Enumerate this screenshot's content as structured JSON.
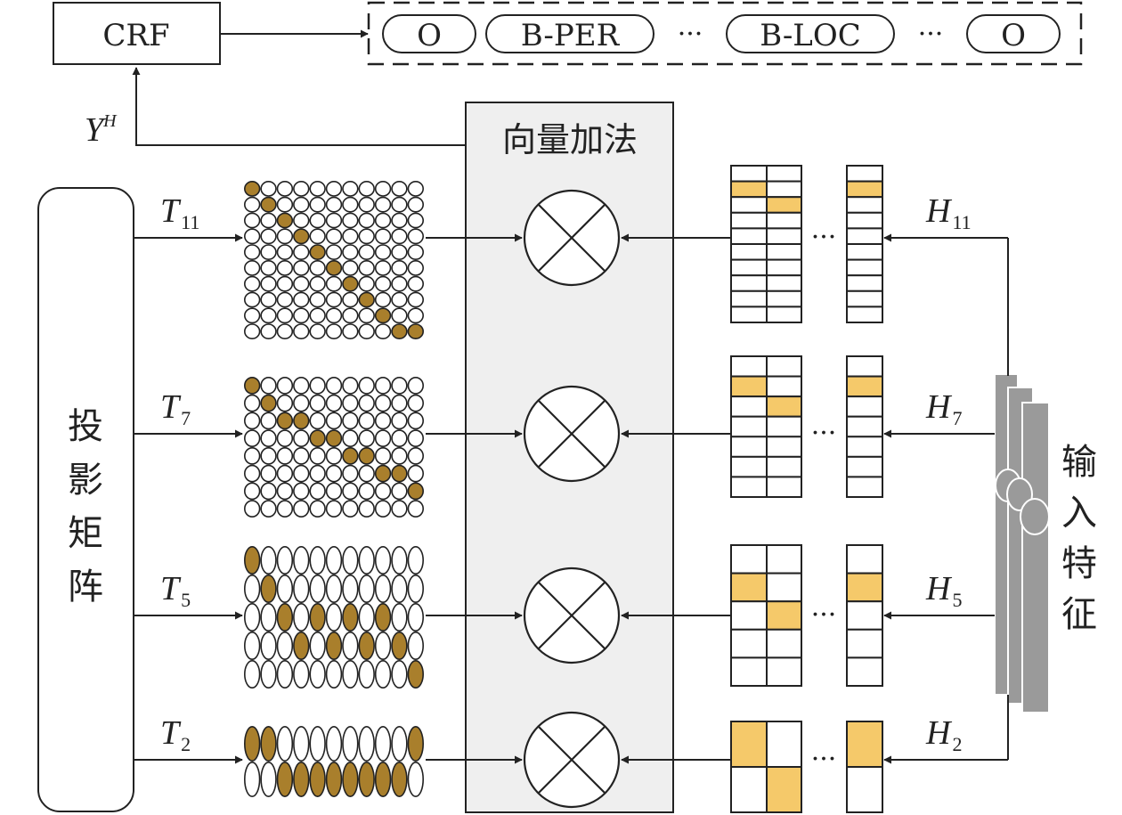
{
  "crf": {
    "label": "CRF"
  },
  "output_tags": [
    "O",
    "B-PER",
    "B-LOC",
    "O"
  ],
  "ellipsis": "···",
  "feedback": {
    "base": "Y",
    "sup": "H"
  },
  "vector_add": {
    "label": "向量加法"
  },
  "projection": {
    "chars": [
      "投",
      "影",
      "矩",
      "阵"
    ]
  },
  "input_features": {
    "chars": [
      "输",
      "入",
      "特",
      "征"
    ]
  },
  "rows": [
    {
      "t_label": {
        "base": "T",
        "sub": "11"
      },
      "h_label": {
        "base": "H",
        "sub": "11"
      },
      "grid_rows": 10,
      "grid_cols": 11,
      "highlight": [
        [
          0,
          0
        ],
        [
          1,
          1
        ],
        [
          2,
          2
        ],
        [
          3,
          3
        ],
        [
          4,
          4
        ],
        [
          5,
          5
        ],
        [
          6,
          6
        ],
        [
          7,
          7
        ],
        [
          8,
          8
        ],
        [
          9,
          9
        ],
        [
          9,
          10
        ]
      ],
      "h_cells": 10,
      "h_hl_col1": 1,
      "h_hl_col2": 2,
      "h_hl_col3": 1
    },
    {
      "t_label": {
        "base": "T",
        "sub": "7"
      },
      "h_label": {
        "base": "H",
        "sub": "7"
      },
      "grid_rows": 8,
      "grid_cols": 11,
      "highlight": [
        [
          0,
          0
        ],
        [
          1,
          1
        ],
        [
          2,
          2
        ],
        [
          2,
          3
        ],
        [
          3,
          4
        ],
        [
          3,
          5
        ],
        [
          4,
          6
        ],
        [
          4,
          7
        ],
        [
          5,
          8
        ],
        [
          5,
          9
        ],
        [
          6,
          10
        ]
      ],
      "h_cells": 7,
      "h_hl_col1": 1,
      "h_hl_col2": 2,
      "h_hl_col3": 1
    },
    {
      "t_label": {
        "base": "T",
        "sub": "5"
      },
      "h_label": {
        "base": "H",
        "sub": "5"
      },
      "grid_rows": 5,
      "grid_cols": 11,
      "highlight": [
        [
          0,
          0
        ],
        [
          1,
          1
        ],
        [
          2,
          2
        ],
        [
          3,
          3
        ],
        [
          2,
          4
        ],
        [
          3,
          5
        ],
        [
          2,
          6
        ],
        [
          3,
          7
        ],
        [
          2,
          8
        ],
        [
          3,
          9
        ],
        [
          4,
          10
        ]
      ],
      "h_cells": 5,
      "h_hl_col1": 1,
      "h_hl_col2": 2,
      "h_hl_col3": 1
    },
    {
      "t_label": {
        "base": "T",
        "sub": "2"
      },
      "h_label": {
        "base": "H",
        "sub": "2"
      },
      "grid_rows": 2,
      "grid_cols": 11,
      "highlight": [
        [
          0,
          0
        ],
        [
          0,
          1
        ],
        [
          1,
          2
        ],
        [
          1,
          3
        ],
        [
          1,
          4
        ],
        [
          1,
          5
        ],
        [
          1,
          6
        ],
        [
          1,
          7
        ],
        [
          1,
          8
        ],
        [
          1,
          9
        ],
        [
          0,
          10
        ]
      ],
      "h_cells": 2,
      "h_hl_col1": 0,
      "h_hl_col2": 1,
      "h_hl_col3": 0
    }
  ],
  "colors": {
    "highlight_brown": "#A97F2C",
    "highlight_yellow": "#F5C96A",
    "panel_fill": "#EFEFEF",
    "bar_gray": "#9A9A9A",
    "stroke": "#222222"
  }
}
